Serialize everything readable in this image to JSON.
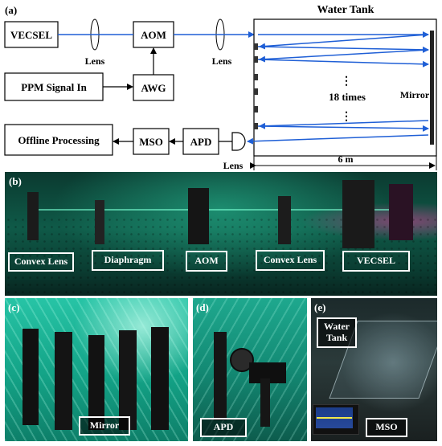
{
  "panel_a": {
    "label": "(a)",
    "vecsel": "VECSEL",
    "aom": "AOM",
    "awg": "AWG",
    "ppm": "PPM Signal In",
    "lens": "Lens",
    "tank": "Water Tank",
    "mirror": "Mirror",
    "times": "18 times",
    "dots": "⋮",
    "offline": "Offline Processing",
    "mso": "MSO",
    "apd": "APD",
    "distance": "6 m"
  },
  "panel_b": {
    "label": "(b)",
    "tags": [
      "Convex Lens",
      "Diaphragm",
      "AOM",
      "Convex Lens",
      "VECSEL"
    ]
  },
  "panel_c": {
    "label": "(c)",
    "tag": "Mirror"
  },
  "panel_d": {
    "label": "(d)",
    "tag": "APD"
  },
  "panel_e": {
    "label": "(e)",
    "tank_tag_line1": "Water",
    "tank_tag_line2": "Tank",
    "tag": "MSO"
  },
  "colors": {
    "beam": "#1f5fd6",
    "photo_green": "#14b79a",
    "photo_dark": "#05221e"
  }
}
